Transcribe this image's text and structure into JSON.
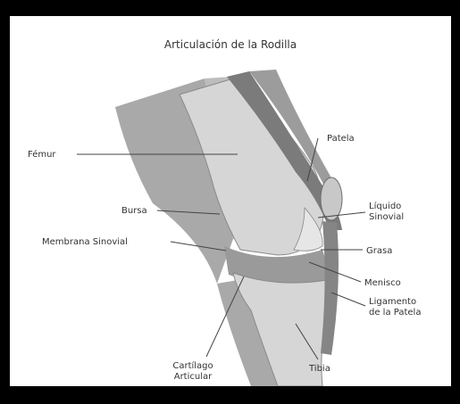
{
  "title": "Articulación de la Rodilla",
  "labels": {
    "femur": "Fémur",
    "patela": "Patela",
    "liquido": [
      "Líquido",
      "Sinovial"
    ],
    "bursa": "Bursa",
    "membrana": "Membrana Sinovial",
    "grasa": "Grasa",
    "menisco": "Menisco",
    "ligamento": [
      "Ligamento",
      "de la Patela"
    ],
    "tibia": "Tibia",
    "cartilago": [
      "Cartílago",
      "Articular"
    ]
  },
  "colors": {
    "frame": "#000000",
    "background": "#ffffff",
    "thigh_skin": "#a9a9a9",
    "bone": "#d6d6d6",
    "deep_tissue": "#9a9a9a",
    "fluid": "#e6e6e6",
    "leader_line": "#444444",
    "text": "#333333"
  }
}
